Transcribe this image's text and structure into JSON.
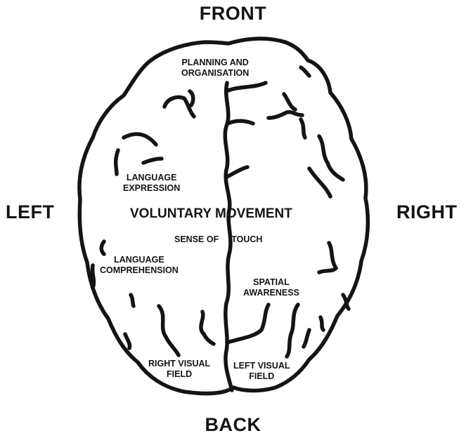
{
  "directions": {
    "front": "FRONT",
    "back": "BACK",
    "left": "LEFT",
    "right": "RIGHT"
  },
  "regions": {
    "planning": [
      "PLANNING AND",
      "ORGANISATION"
    ],
    "language_expression": [
      "LANGUAGE",
      "EXPRESSION"
    ],
    "voluntary_movement": "VOLUNTARY MOVEMENT",
    "sense_of_touch": [
      "SENSE OF",
      "TOUCH"
    ],
    "language_comprehension": [
      "LANGUAGE",
      "COMPREHENSION"
    ],
    "spatial_awareness": [
      "SPATIAL",
      "AWARENESS"
    ],
    "right_visual_field": [
      "RIGHT VISUAL",
      "FIELD"
    ],
    "left_visual_field": [
      "LEFT VISUAL",
      "FIELD"
    ]
  },
  "colors": {
    "ink": "#141414",
    "background": "#ffffff"
  }
}
